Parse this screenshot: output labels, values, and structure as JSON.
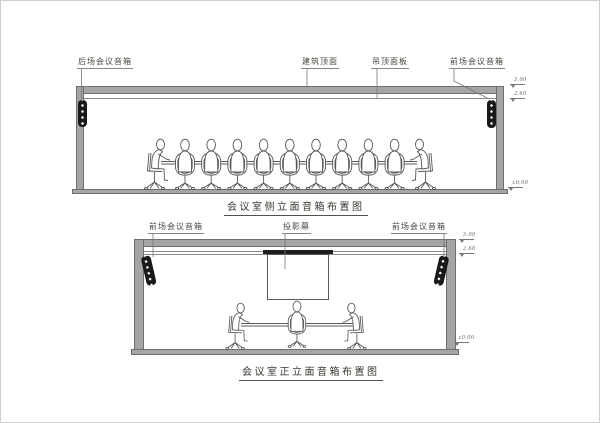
{
  "colors": {
    "band_gray": "#a5a5a5",
    "band_edge": "#6f6f6f",
    "line": "#555555",
    "speaker_black": "#191919",
    "text": "#4a463f"
  },
  "drawing1": {
    "title": "会议室侧立面音箱布置图",
    "labels": {
      "rear_speaker": "后场会议音箱",
      "building_ceiling": "建筑顶面",
      "ceiling_panel": "吊顶面板",
      "front_speaker": "前场会议音箱"
    },
    "elevation_marks": {
      "ceiling": "3.00",
      "panel": "2.60",
      "floor": "±0.00"
    },
    "people_total": 11
  },
  "drawing2": {
    "title": "会议室正立面音箱布置图",
    "labels": {
      "front_speaker_left": "前场会议音箱",
      "projection_screen": "投影幕",
      "front_speaker_right": "前场会议音箱"
    },
    "elevation_marks": {
      "ceiling": "3.00",
      "panel": "2.60",
      "floor": "±0.00"
    },
    "people_total": 3
  }
}
